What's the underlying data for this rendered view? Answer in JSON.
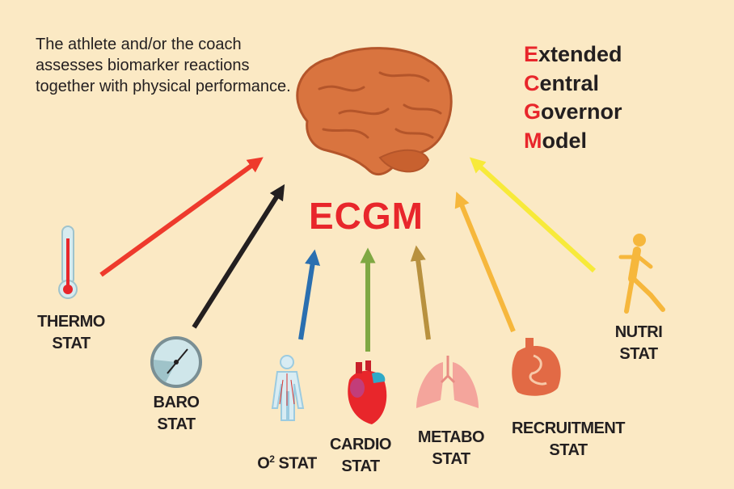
{
  "intro_text": "The athlete and/or the coach assesses biomarker reactions together with physical performance.",
  "definition": [
    {
      "initial": "E",
      "rest": "xtended"
    },
    {
      "initial": "C",
      "rest": "entral"
    },
    {
      "initial": "G",
      "rest": "overnor"
    },
    {
      "initial": "M",
      "rest": "odel"
    }
  ],
  "title": "ECGM",
  "stats": {
    "thermo": {
      "line1": "THERMO",
      "line2": "STAT",
      "arrow_color": "#ee3a2c"
    },
    "baro": {
      "line1": "BARO",
      "line2": "STAT",
      "arrow_color": "#231f20"
    },
    "o2": {
      "prefix": "O",
      "superscript": "2",
      "suffix": " STAT",
      "arrow_color": "#2a6fb0"
    },
    "cardio": {
      "line1": "CARDIO",
      "line2": "STAT",
      "arrow_color": "#7fa843"
    },
    "metabo": {
      "line1": "METABO",
      "line2": "STAT",
      "arrow_color": "#b8913f"
    },
    "recruitment": {
      "line1": "RECRUITMENT",
      "line2": "STAT",
      "arrow_color": "#f6b73c"
    },
    "nutri": {
      "line1": "NUTRI",
      "line2": "STAT",
      "arrow_color": "#f7ea3a"
    }
  }
}
